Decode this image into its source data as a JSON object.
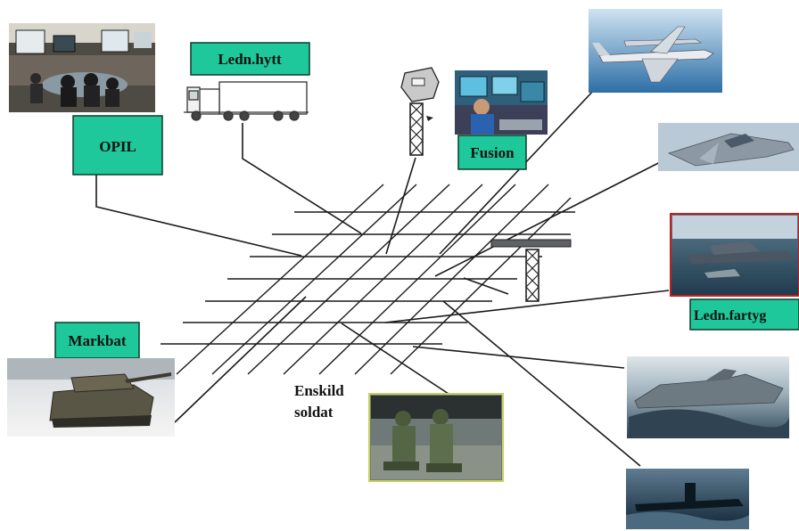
{
  "title_fragment": "",
  "labels": {
    "opil": "OPIL",
    "ledn_hytt": "Ledn.hytt",
    "fusion": "Fusion",
    "markbat": "Markbat",
    "ledn_fartyg": "Ledn.fartyg",
    "enskild_line1": "Enskild",
    "enskild_line2": "soldat"
  },
  "colors": {
    "label_fill": "#1fc89a",
    "label_stroke": "#0b3a2a",
    "title": "#2a2fa0",
    "line": "#1a1a1a",
    "highlight_frame": "#c41e1e",
    "soldier_frame": "#c8d060"
  },
  "images": [
    "control-room-photo",
    "truck-icon",
    "radar-mast-icon",
    "fusion-operator-photo",
    "surveillance-aircraft-photo",
    "fighter-jet-photo",
    "command-ship-photo",
    "tank-photo",
    "soldiers-photo",
    "stealth-corvette-photo",
    "submarine-photo"
  ]
}
